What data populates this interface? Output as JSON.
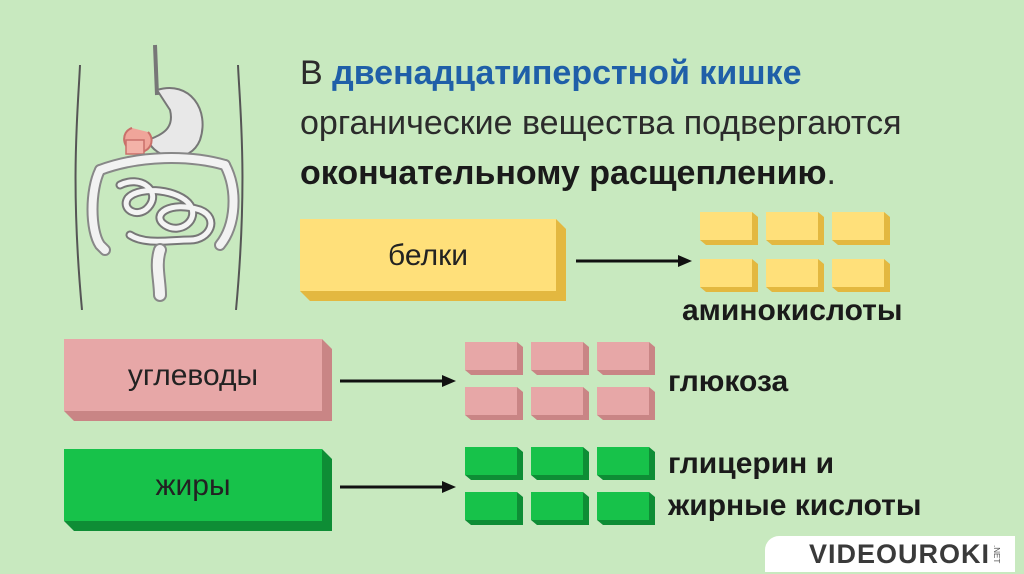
{
  "title": {
    "prefix": "В ",
    "accent": "двенадцатиперстной кишке",
    "line2": "органические вещества подвергаются",
    "bold": "окончательному расщеплению",
    "suffix": "."
  },
  "rows": [
    {
      "substance": "белки",
      "product": "аминокислоты",
      "color": "#ffe07a",
      "edge": "#e3b840"
    },
    {
      "substance": "углеводы",
      "product": "глюкоза",
      "color": "#e7a7a7",
      "edge": "#c98585"
    },
    {
      "substance": "жиры",
      "product_line1": "глицерин и",
      "product_line2": "жирные кислоты",
      "color": "#17c24a",
      "edge": "#0e8d35"
    }
  ],
  "logo": {
    "text": "VIDEOUROKI",
    "suffix": ".NET"
  },
  "illustration": "digestive-system-icon"
}
